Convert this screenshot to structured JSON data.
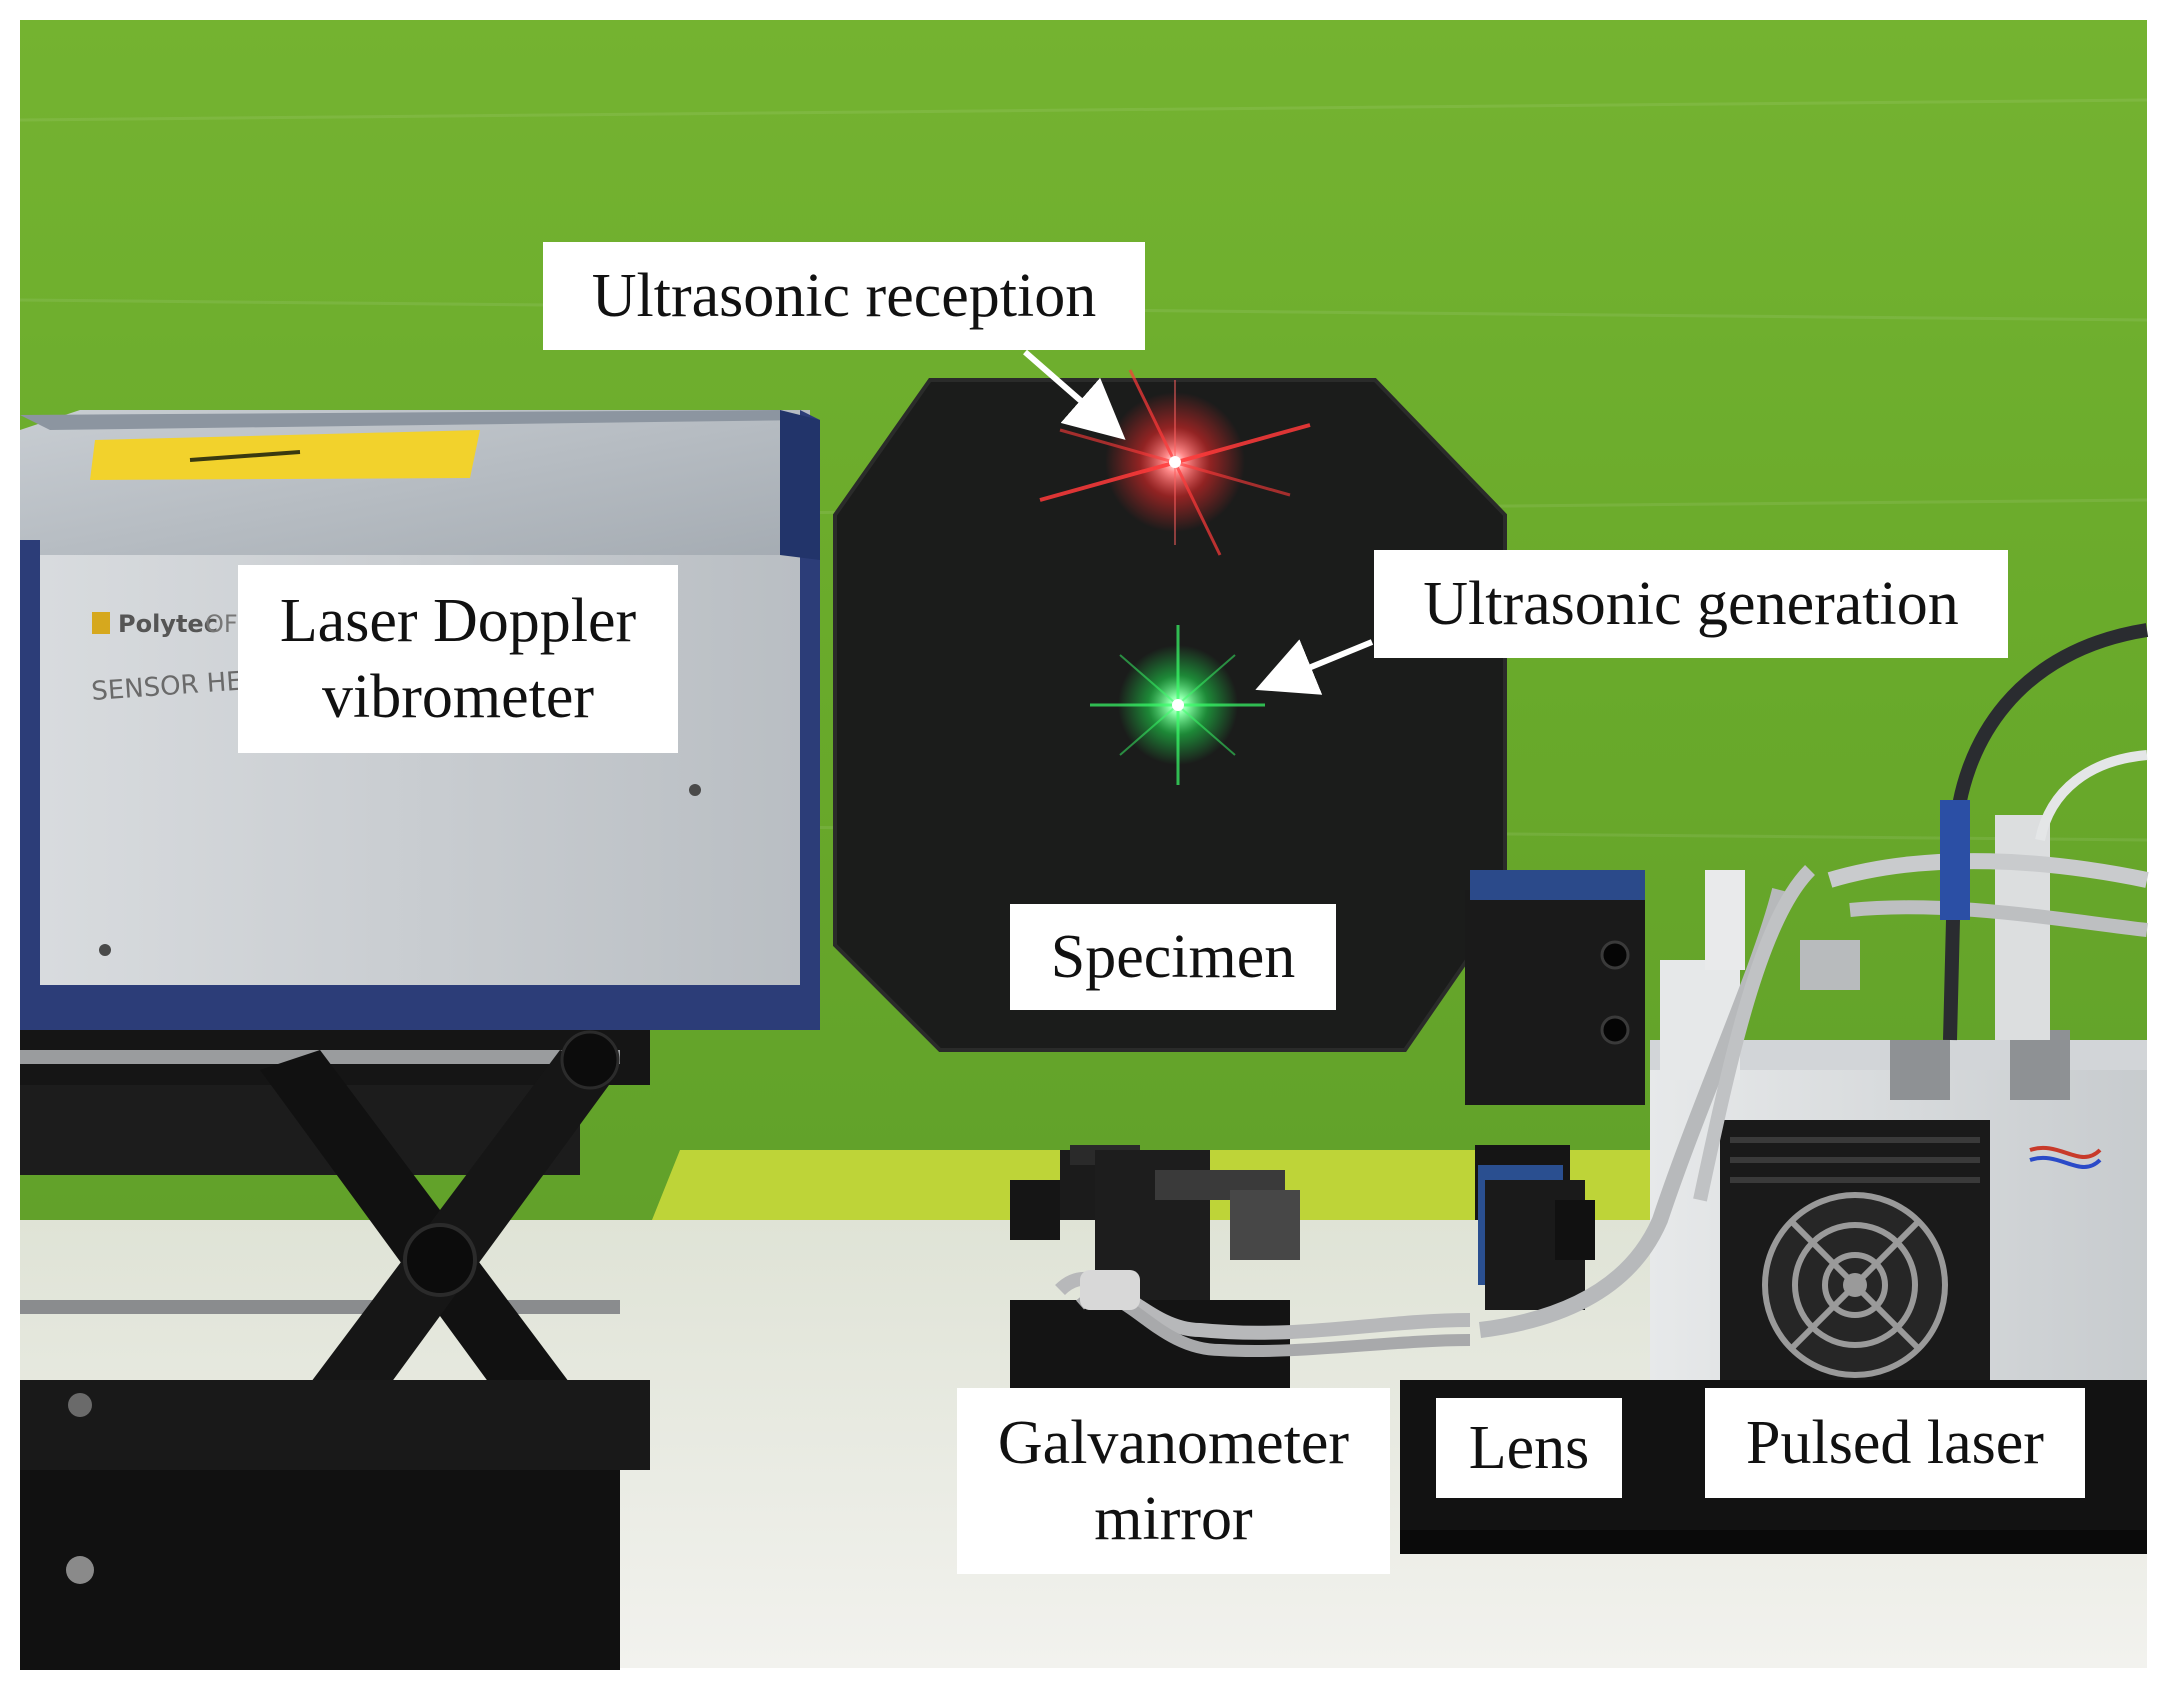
{
  "labels": {
    "ultrasonic_reception": "Ultrasonic reception",
    "ultrasonic_generation": "Ultrasonic generation",
    "laser_doppler_line1": "Laser Doppler",
    "laser_doppler_line2": "vibrometer",
    "specimen": "Specimen",
    "galvanometer_line1": "Galvanometer",
    "galvanometer_line2": "mirror",
    "lens": "Lens",
    "pulsed_laser": "Pulsed laser"
  },
  "device_text": {
    "brand": "Polytec",
    "brand_suffix": "OF",
    "sensor_head": "SENSOR HEAD"
  },
  "colors": {
    "background_green": "#6fae2e",
    "reception_spot": "#ff3a3a",
    "generation_spot": "#3aff6a",
    "specimen": "#1c1c1c",
    "vibrometer_body": "#cfd3d6",
    "vibrometer_frame": "#2c3d78",
    "warning_label": "#f2d22c"
  }
}
